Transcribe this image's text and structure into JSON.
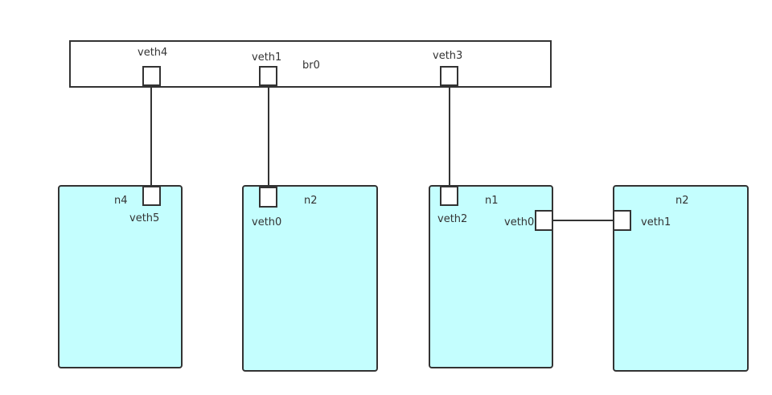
{
  "colors": {
    "stroke": "#333333",
    "namespace_fill": "#c4fefe",
    "bridge_fill": "#ffffff",
    "port_fill": "#ffffff",
    "text": "#333333"
  },
  "bridge": {
    "label": "br0"
  },
  "bridge_ports": [
    {
      "id": "veth4",
      "label": "veth4"
    },
    {
      "id": "veth1",
      "label": "veth1"
    },
    {
      "id": "veth3",
      "label": "veth3"
    }
  ],
  "namespaces": [
    {
      "id": "ns-n4",
      "label": "n4",
      "ports": [
        {
          "label": "veth5"
        }
      ]
    },
    {
      "id": "ns-n2-a",
      "label": "n2",
      "ports": [
        {
          "label": "veth0"
        }
      ]
    },
    {
      "id": "ns-n1",
      "label": "n1",
      "ports": [
        {
          "label": "veth2"
        },
        {
          "label": "veth0"
        }
      ]
    },
    {
      "id": "ns-n2-b",
      "label": "n2",
      "ports": [
        {
          "label": "veth1"
        }
      ]
    }
  ]
}
